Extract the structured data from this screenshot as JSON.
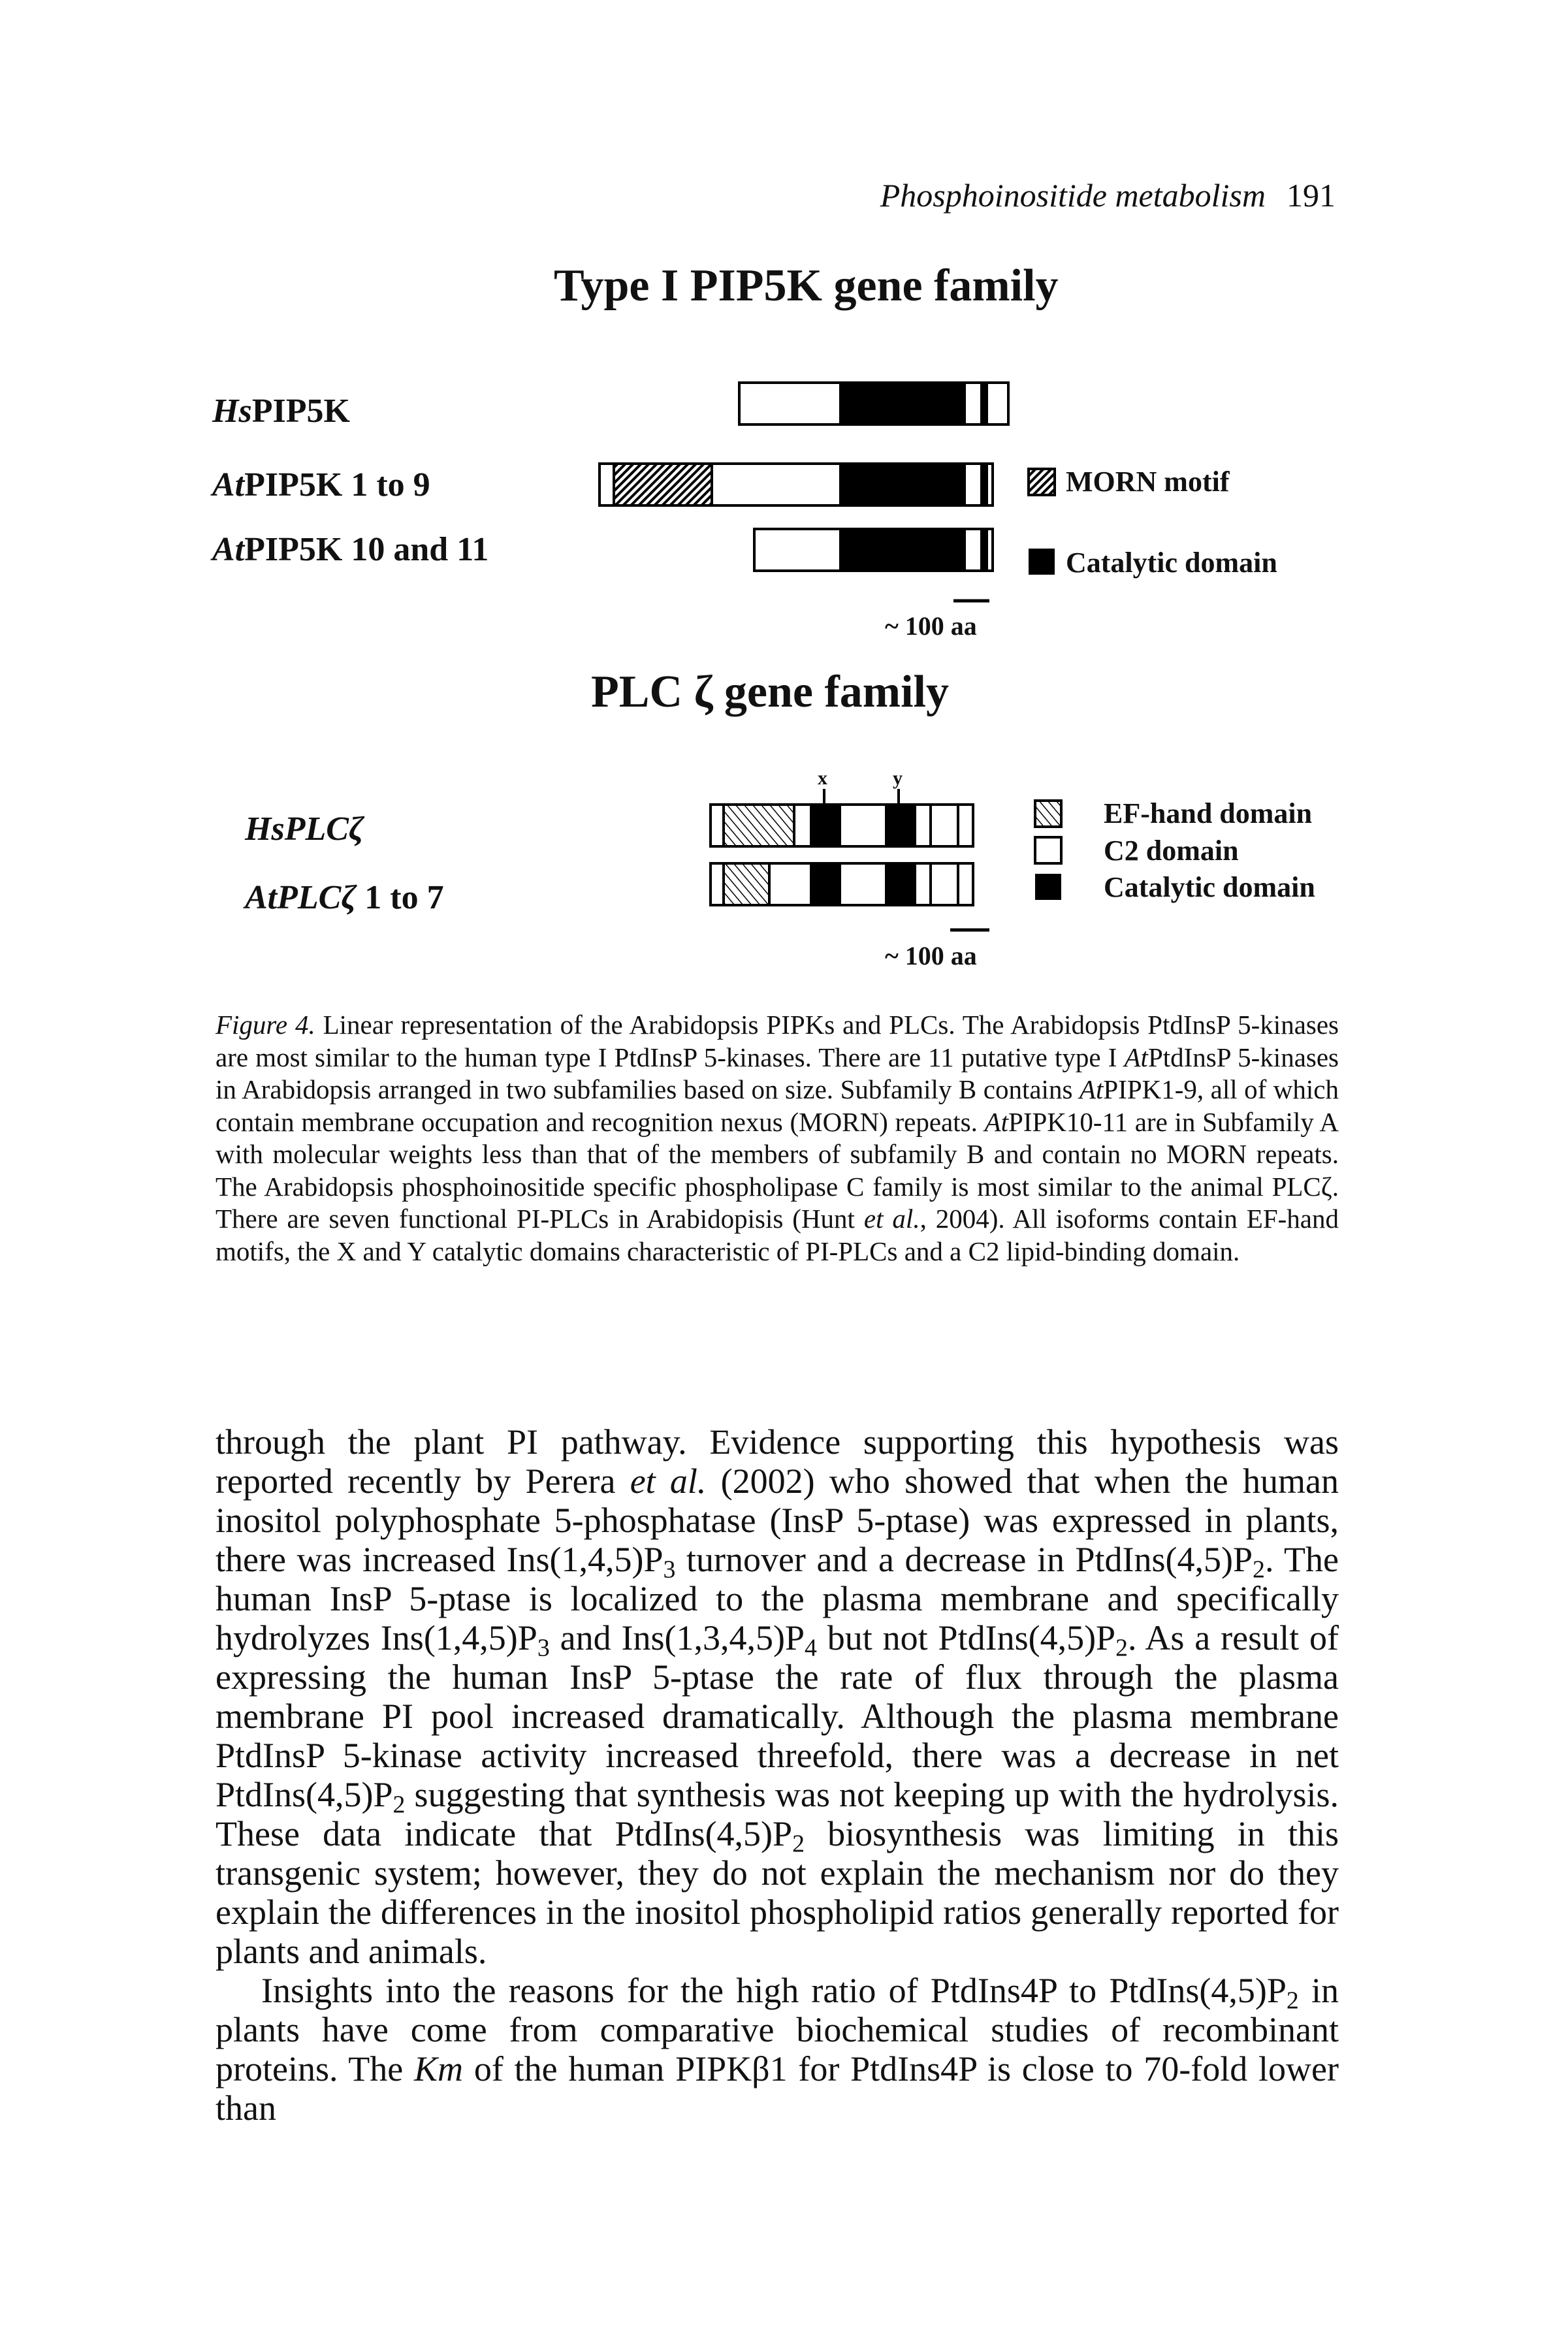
{
  "header": {
    "running_title": "Phosphoinositide metabolism",
    "page_number": "191"
  },
  "figure": {
    "pip5k": {
      "title": "Type I PIP5K gene family",
      "rows": [
        {
          "prefix": "Hs",
          "name": "PIP5K",
          "range": ""
        },
        {
          "prefix": "At",
          "name": "PIP5K",
          "range": " 1 to 9"
        },
        {
          "prefix": "At",
          "name": "PIP5K",
          "range": " 10 and 11"
        }
      ],
      "legend": [
        "MORN motif",
        "Catalytic domain"
      ],
      "scale": "~ 100 aa"
    },
    "plc": {
      "title": "PLC ζ gene family",
      "rows": [
        {
          "prefix": "Hs",
          "name": "PLCζ",
          "range": ""
        },
        {
          "prefix": "At",
          "name": "PLCζ",
          "range": " 1 to 7"
        }
      ],
      "marks": [
        "x",
        "y"
      ],
      "legend": [
        "EF-hand domain",
        "C2 domain",
        "Catalytic domain"
      ],
      "scale": "~ 100 aa"
    }
  },
  "caption": {
    "label": "Figure 4.",
    "s1": " Linear representation of the Arabidopsis PIPKs and PLCs. The Arabidopsis PtdInsP 5-kinases are most similar to the human type I PtdInsP 5-kinases. There are 11 putative type I ",
    "s1_it": "At",
    "s2": "PtdInsP 5-kinases in Arabidopsis arranged in two subfamilies based on size. Subfamily B contains ",
    "s2_it": "At",
    "s3": "PIPK1-9, all of which contain membrane occupation and recognition nexus (MORN) repeats. ",
    "s3_it": "At",
    "s4": "PIPK10-11 are in Subfamily A with molecular weights less than that of the members of subfamily B and contain no MORN repeats. The Arabidopsis phosphoinositide specific phospholipase C family is most similar to the animal PLCζ. There are seven functional PI-PLCs in Arabidopisis (Hunt ",
    "s4_it": "et al.",
    "s5": ", 2004). All isoforms contain EF-hand motifs, the X and Y catalytic domains characteristic of PI-PLCs and a C2 lipid-binding domain."
  },
  "body": {
    "p1_a": "through the plant PI pathway. Evidence supporting this hypothesis was reported recently by Perera ",
    "p1_a_it": "et al.",
    "p1_b": " (2002) who showed that when the human inositol polyphosphate 5-phosphatase (InsP 5-ptase) was expressed in plants, there was increased Ins(1,4,5)P",
    "sub3": "3",
    "p1_c": " turnover and a decrease in PtdIns(4,5)P",
    "sub2": "2",
    "p1_d": ". The human InsP 5-ptase is localized to the plasma membrane and specifically hydrolyzes Ins(1,4,5)P",
    "p1_e": " and Ins(1,3,4,5)P",
    "sub4": "4",
    "p1_f": " but not PtdIns(4,5)P",
    "p1_g": ". As a result of expressing the human InsP 5-ptase the rate of flux through the plasma membrane PI pool increased dramatically. Although the plasma membrane PtdInsP 5-kinase activity increased threefold, there was a decrease in net PtdIns(4,5)P",
    "p1_h": " suggesting that synthesis was not keeping up with the hydrolysis. These data indicate that PtdIns(4,5)P",
    "p1_i": " biosynthesis was limiting in this transgenic system; however, they do not explain the mechanism nor do they explain the differences in the inositol phospholipid ratios generally reported for plants and animals.",
    "p2_a": "Insights into the reasons for the high ratio of PtdIns4P to PtdIns(4,5)P",
    "p2_b": " in plants have come from comparative biochemical studies of recombinant proteins. The ",
    "p2_b_it": "Km",
    "p2_c": " of the human PIPKβ1 for PtdIns4P is close to 70-fold lower than"
  }
}
